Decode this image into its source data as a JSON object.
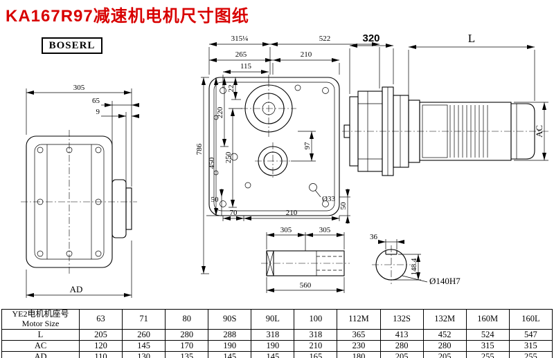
{
  "title": "KA167R97减速机电机尺寸图纸",
  "brand": "BOSERL",
  "dims": {
    "side": {
      "total_width": "305",
      "flange_offset": "65",
      "step": "9",
      "height_label": "AD"
    },
    "front": {
      "top_chain_left": "315¼",
      "top_chain_right": "522",
      "row2_left": "265",
      "row2_right": "210",
      "row3": "115",
      "left_22": "22",
      "left_220": "220",
      "left_250": "250",
      "left_450": "450",
      "left_786": "786",
      "right_97": "97",
      "hole_dia": "Ø33",
      "bottom_50_left": "50",
      "bottom_70": "70",
      "bottom_210": "210",
      "bottom_50_right": "50"
    },
    "motor": {
      "flange_len": "320",
      "motor_len": "L",
      "motor_dia": "AC"
    },
    "shaft": {
      "seg1": "305",
      "seg2": "305",
      "total": "560"
    },
    "section": {
      "key_width": "36",
      "key_height": "148.4",
      "bore_dia": "Ø140H7"
    }
  },
  "table": {
    "header_cn": "YE2电机机座号",
    "header_en": "Motor Size",
    "sizes": [
      "63",
      "71",
      "80",
      "90S",
      "90L",
      "100",
      "112M",
      "132S",
      "132M",
      "160M",
      "160L"
    ],
    "rows": [
      {
        "label": "L",
        "values": [
          "205",
          "260",
          "280",
          "288",
          "318",
          "318",
          "365",
          "413",
          "452",
          "524",
          "547"
        ]
      },
      {
        "label": "AC",
        "values": [
          "120",
          "145",
          "170",
          "190",
          "190",
          "210",
          "230",
          "280",
          "280",
          "315",
          "315"
        ]
      },
      {
        "label": "AD",
        "values": [
          "110",
          "130",
          "135",
          "145",
          "145",
          "165",
          "180",
          "205",
          "205",
          "255",
          "255"
        ]
      }
    ]
  }
}
